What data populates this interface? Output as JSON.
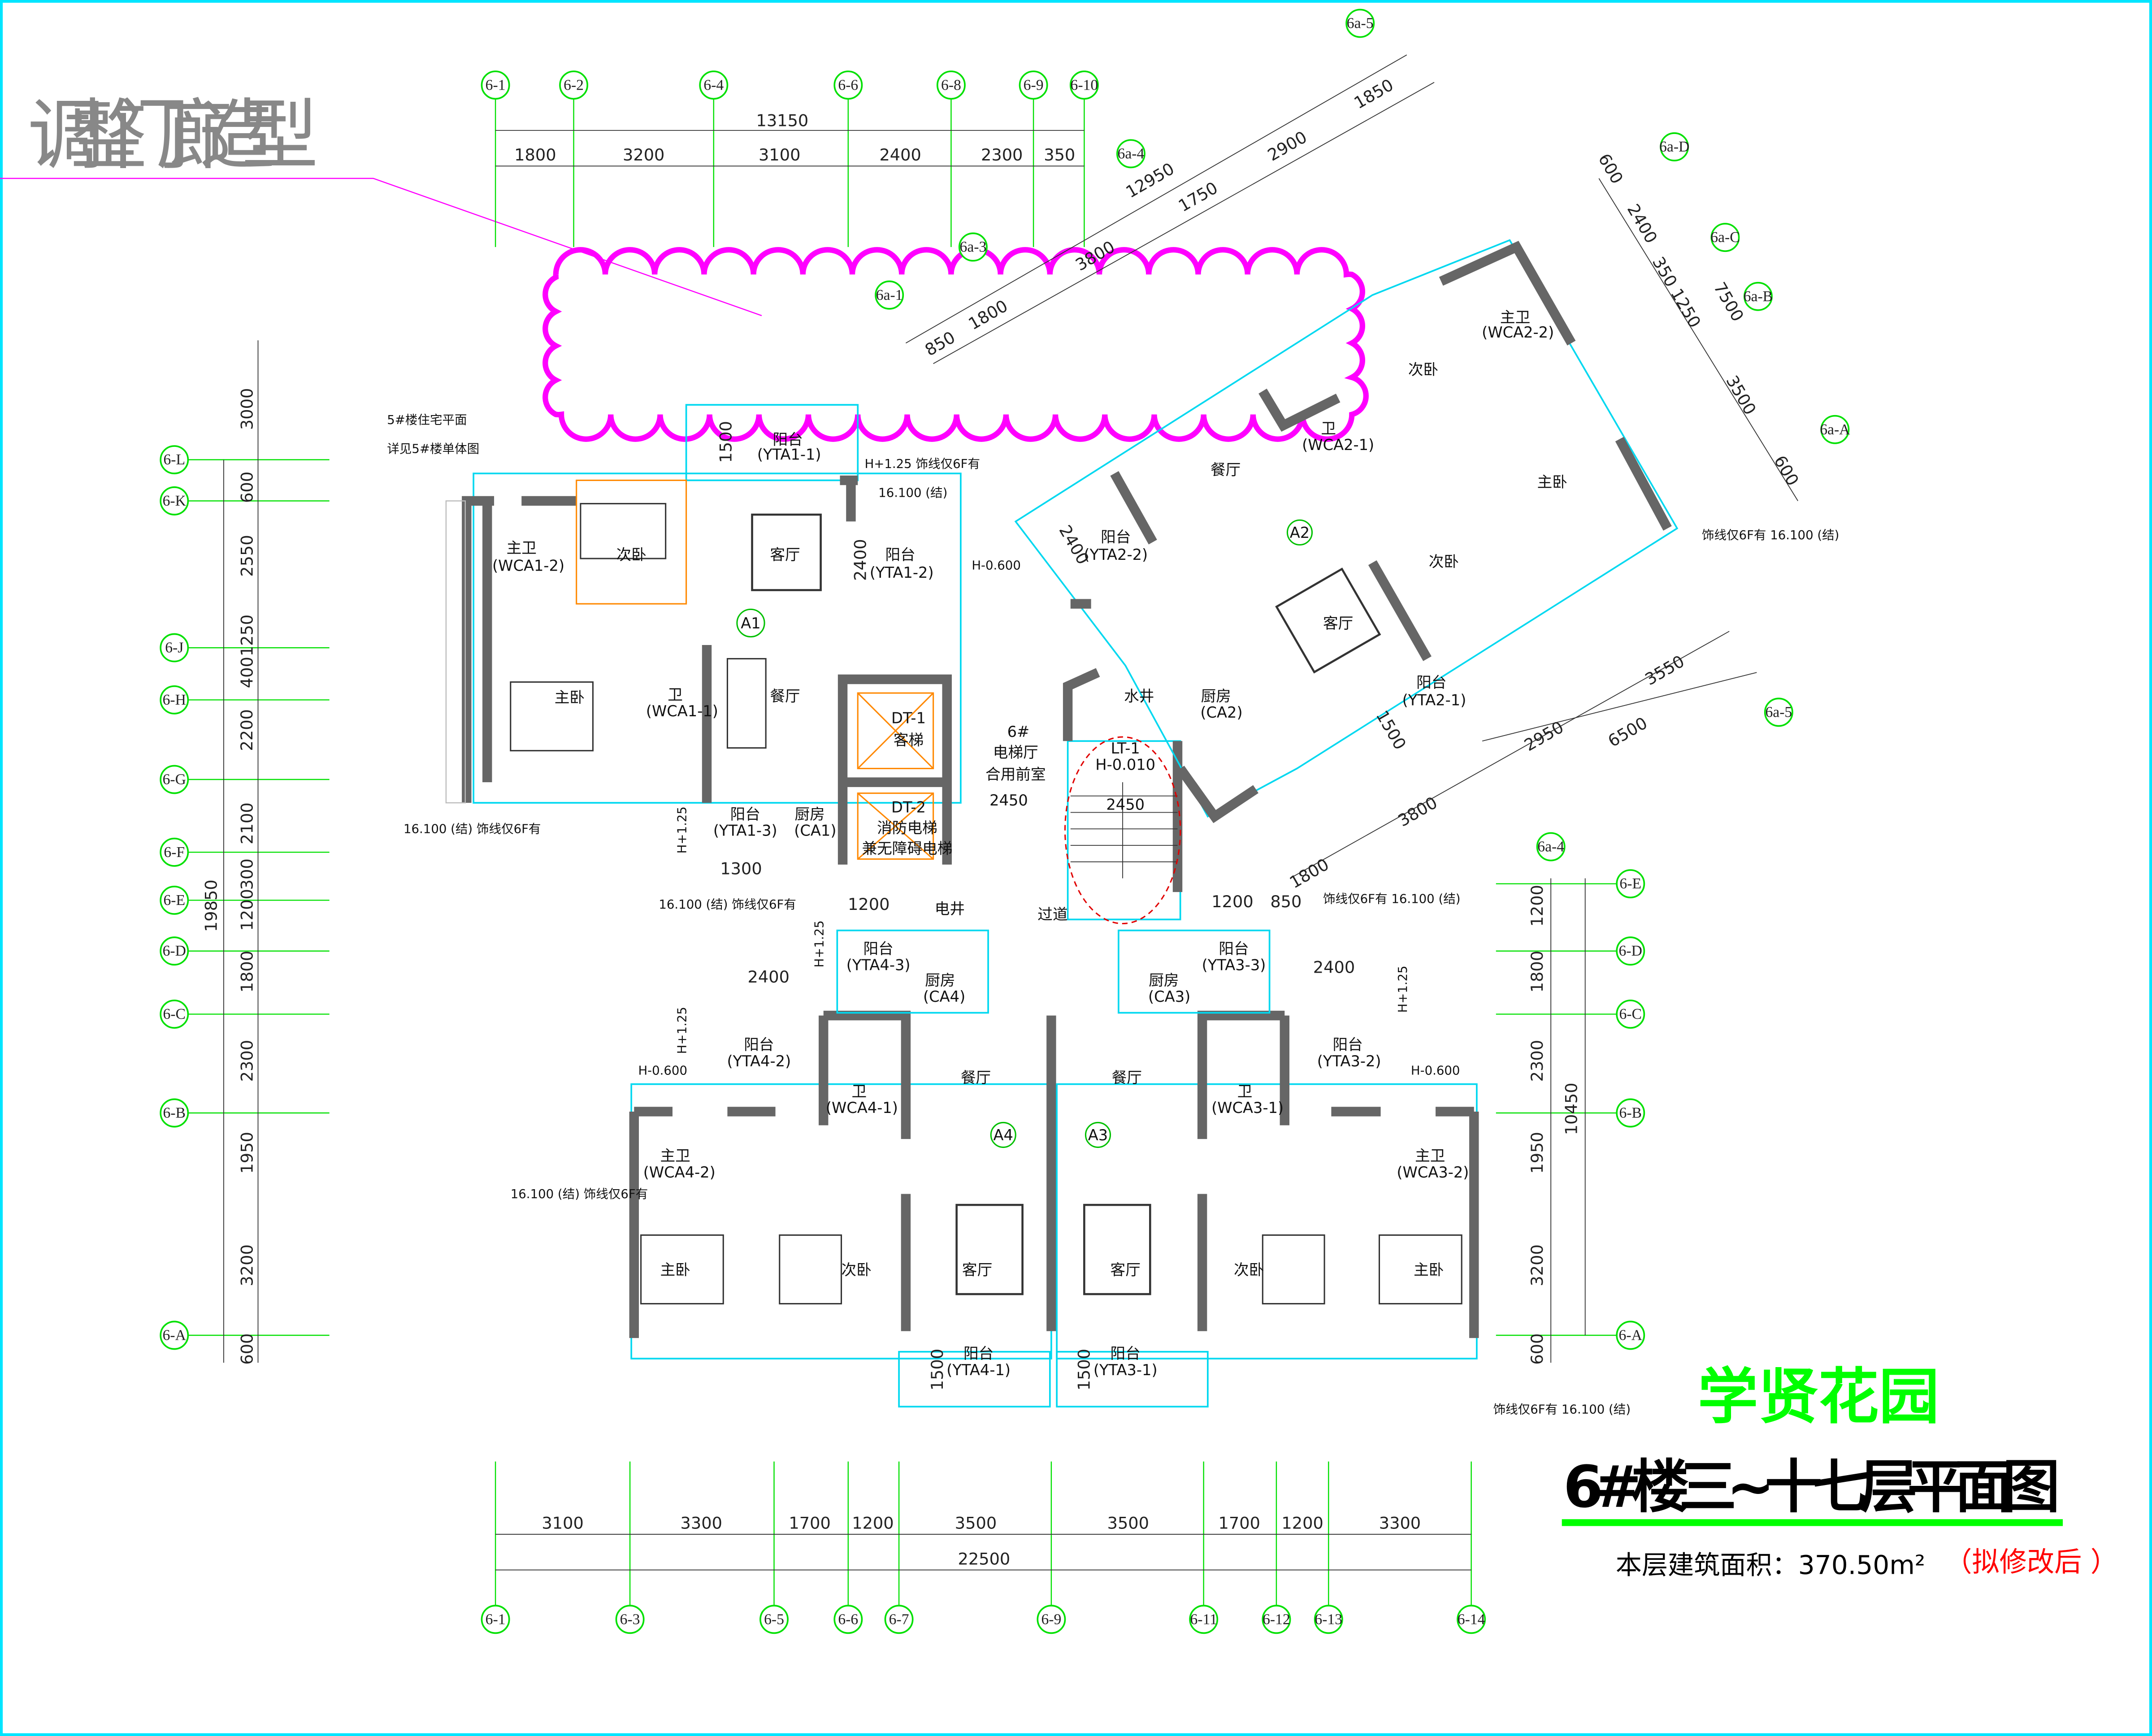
{
  "annotation": "调整门廊造型",
  "project_name": "学贤花园",
  "drawing_title": "6#楼三~十七层平面图",
  "area_label": "本层建筑面积：370.50m²",
  "revision_note": "（拟修改后 ）",
  "colors": {
    "accent_green": "#00ff00",
    "revision_red": "#ff0000",
    "cloud_magenta": "#ff00ff",
    "frame_cyan": "#00e5ff"
  },
  "axes": {
    "top": [
      "6-1",
      "6-2",
      "6-4",
      "6-6",
      "6-8",
      "6-9",
      "6-10"
    ],
    "top_total": "13150",
    "top_dims": [
      "1800",
      "3200",
      "3100",
      "2400",
      "2300",
      "350"
    ],
    "bottom": [
      "6-1",
      "6-3",
      "6-5",
      "6-6",
      "6-7",
      "6-9",
      "6-11",
      "6-12",
      "6-13",
      "6-14"
    ],
    "bottom_dims": [
      "3100",
      "3300",
      "1700",
      "1200",
      "3500",
      "3500",
      "1700",
      "1200",
      "3300"
    ],
    "bottom_total": "22500",
    "left": [
      "6-L",
      "6-K",
      "6-J",
      "6-H",
      "6-G",
      "6-F",
      "6-E",
      "6-D",
      "6-C",
      "6-B",
      "6-A"
    ],
    "left_dims": [
      "3000",
      "600",
      "2550",
      "1250",
      "400",
      "2200",
      "2100",
      "300",
      "1200",
      "1800",
      "2300",
      "1950",
      "3200",
      "600"
    ],
    "left_total": "19850",
    "right": [
      "6-E",
      "6-D",
      "6-C",
      "6-B",
      "6-A"
    ],
    "right_dims": [
      "1200",
      "1800",
      "2300",
      "1950",
      "3200",
      "600"
    ],
    "right_total": "10450",
    "rotated": [
      "6a-5",
      "6a-4",
      "6a-3",
      "6a-1",
      "6a-D",
      "6a-C",
      "6a-B",
      "6a-A",
      "6a-5",
      "6a-4"
    ],
    "rotated_dims": [
      "1850",
      "2900",
      "12950",
      "1750",
      "3800",
      "1800",
      "850",
      "600",
      "2400",
      "350 1250",
      "7500",
      "3500",
      "600",
      "3550",
      "6500",
      "2950",
      "3800",
      "1800"
    ]
  },
  "rooms": [
    "阳台",
    "(YTA1-1)",
    "客厅",
    "次卧",
    "主卫",
    "(WCA1-2)",
    "主卧",
    "卫",
    "(WCA1-1)",
    "餐厅",
    "A1",
    "阳台",
    "(YTA1-2)",
    "阳台",
    "(YTA1-3)",
    "厨房",
    "(CA1)",
    "DT-1",
    "客梯",
    "DT-2",
    "消防电梯",
    "兼无障碍电梯",
    "6#",
    "电梯厅",
    "合用前室",
    "2450",
    "LT-1",
    "H-0.010",
    "2450",
    "电井",
    "过道",
    "餐厅",
    "A2",
    "客厅",
    "次卧",
    "次卧",
    "主卧",
    "主卫",
    "(WCA2-2)",
    "卫",
    "(WCA2-1)",
    "阳台",
    "(YTA2-2)",
    "水井",
    "厨房",
    "(CA2)",
    "阳台",
    "(YTA2-1)",
    "阳台",
    "(YTA4-2)",
    "阳台",
    "(YTA4-3)",
    "厨房",
    "(CA4)",
    "卫",
    "(WCA4-1)",
    "餐厅",
    "A4",
    "主卫",
    "(WCA4-2)",
    "主卧",
    "次卧",
    "客厅",
    "阳台",
    "(YTA4-1)",
    "阳台",
    "(YTA3-3)",
    "厨房",
    "(CA3)",
    "卫",
    "(WCA3-1)",
    "餐厅",
    "A3",
    "主卫",
    "(WCA3-2)",
    "主卧",
    "次卧",
    "客厅",
    "阳台",
    "(YTA3-1)",
    "阳台",
    "(YTA3-2)"
  ],
  "notes": [
    "5#楼住宅平面",
    "详见5#楼单体图",
    "H+1.25  饰线仅6F有",
    "16.100 (结)",
    "16.100 (结)  饰线仅6F有",
    "16.100 (结)  饰线仅6F有",
    "饰线仅6F有  16.100 (结)",
    "饰线仅6F有  16.100 (结)",
    "16.100 (结)  饰线仅6F有",
    "饰线仅6F有  16.100 (结)",
    "H-0.600",
    "H-0.600",
    "H-0.600",
    "H+1.25",
    "H+1.25",
    "H+1.25",
    "H+1.25",
    "H+1.25"
  ],
  "inner_dims": [
    "1500",
    "2400",
    "2400",
    "2400",
    "1200",
    "1200",
    "1300",
    "850",
    "1500",
    "1500",
    "1500",
    "2400"
  ]
}
